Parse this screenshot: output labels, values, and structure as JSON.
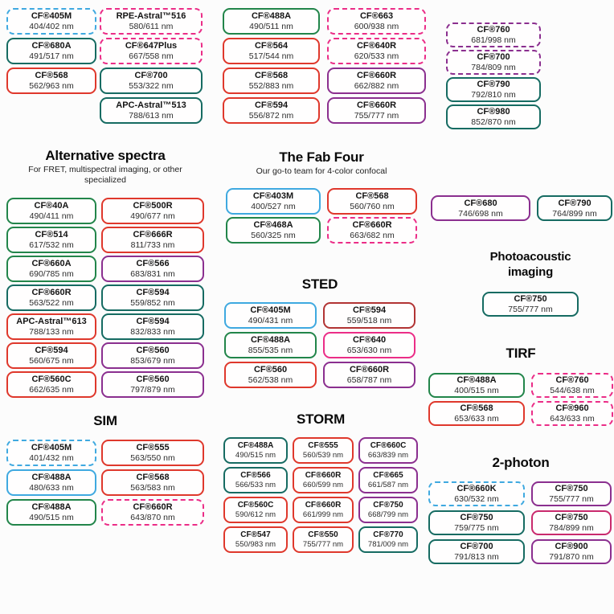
{
  "palette": {
    "blue": "#3FA9E0",
    "green": "#22854A",
    "teal": "#166B62",
    "red": "#DF382C",
    "darkred": "#B23434",
    "pink": "#EB2D87",
    "crimson": "#C92A6D",
    "purple": "#8B2F8F"
  },
  "sections": {
    "top_left_a": {
      "pills": [
        {
          "n": "CF®405M",
          "v": "404/402 nm",
          "c": "blue",
          "d": true
        },
        {
          "n": "CF®680A",
          "v": "491/517 nm",
          "c": "teal"
        },
        {
          "n": "CF®568",
          "v": "562/963 nm",
          "c": "red"
        }
      ]
    },
    "top_left_b": {
      "pills": [
        {
          "n": "RPE-Astral™516",
          "v": "580/611 nm",
          "c": "pink",
          "d": true
        },
        {
          "n": "CF®647Plus",
          "v": "667/558 nm",
          "c": "pink",
          "d": true
        },
        {
          "n": "CF®700",
          "v": "553/322 nm",
          "c": "teal"
        },
        {
          "n": "APC-Astral™513",
          "v": "788/613 nm",
          "c": "teal"
        }
      ]
    },
    "top_mid_a": {
      "pills": [
        {
          "n": "CF®488A",
          "v": "490/511 nm",
          "c": "green"
        },
        {
          "n": "CF®564",
          "v": "517/544 nm",
          "c": "red"
        },
        {
          "n": "CF®568",
          "v": "552/883 nm",
          "c": "red"
        },
        {
          "n": "CF®594",
          "v": "556/872 nm",
          "c": "red"
        }
      ]
    },
    "top_mid_b": {
      "pills": [
        {
          "n": "CF®663",
          "v": "600/938 nm",
          "c": "pink",
          "d": true
        },
        {
          "n": "CF®640R",
          "v": "620/533 nm",
          "c": "pink",
          "d": true
        },
        {
          "n": "CF®660R",
          "v": "662/882 nm",
          "c": "purple"
        },
        {
          "n": "CF®660R",
          "v": "755/777 nm",
          "c": "purple"
        }
      ]
    },
    "top_right": {
      "pills": [
        {
          "n": "CF®760",
          "v": "681/998 nm",
          "c": "purple",
          "d": true
        },
        {
          "n": "CF®700",
          "v": "784/809 nm",
          "c": "purple",
          "d": true
        },
        {
          "n": "CF®790",
          "v": "792/810 nm",
          "c": "teal"
        },
        {
          "n": "CF®980",
          "v": "852/870 nm",
          "c": "teal"
        }
      ]
    },
    "alt": {
      "title": "Alternative spectra",
      "subtitle": "For FRET, multispectral imaging, or other specialized",
      "pills": [
        {
          "n": "CF®40A",
          "v": "490/411 nm",
          "c": "green"
        },
        {
          "n": "CF®500R",
          "v": "490/677 nm",
          "c": "red"
        },
        {
          "n": "CF®514",
          "v": "617/532 nm",
          "c": "green"
        },
        {
          "n": "CF®666R",
          "v": "811/733 nm",
          "c": "red"
        },
        {
          "n": "CF®660A",
          "v": "690/785 nm",
          "c": "green"
        },
        {
          "n": "CF®566",
          "v": "683/831 nm",
          "c": "purple"
        },
        {
          "n": "CF®660R",
          "v": "563/522 nm",
          "c": "teal"
        },
        {
          "n": "CF®594",
          "v": "559/852 nm",
          "c": "teal"
        },
        {
          "n": "APC-Astral™613",
          "v": "788/133 nm",
          "c": "red"
        },
        {
          "n": "CF®594",
          "v": "832/833 nm",
          "c": "teal"
        },
        {
          "n": "CF®594",
          "v": "560/675 nm",
          "c": "red"
        },
        {
          "n": "CF®560",
          "v": "853/679 nm",
          "c": "purple"
        },
        {
          "n": "CF®560C",
          "v": "662/635 nm",
          "c": "red"
        },
        {
          "n": "CF®560",
          "v": "797/879 nm",
          "c": "purple"
        }
      ]
    },
    "fab": {
      "title": "The Fab Four",
      "subtitle": "Our go-to team for 4-color confocal",
      "pills": [
        {
          "n": "CF®403M",
          "v": "400/527 nm",
          "c": "blue"
        },
        {
          "n": "CF®568",
          "v": "560/760 nm",
          "c": "red"
        },
        {
          "n": "CF®468A",
          "v": "560/325 nm",
          "c": "green"
        },
        {
          "n": "CF®660R",
          "v": "663/682 nm",
          "c": "pink",
          "d": true
        }
      ]
    },
    "pair": {
      "pills": [
        {
          "n": "CF®680",
          "v": "746/698 nm",
          "c": "purple"
        },
        {
          "n": "CF®790",
          "v": "764/899 nm",
          "c": "teal"
        }
      ]
    },
    "photo": {
      "title": "Photoacoustic imaging",
      "pills": [
        {
          "n": "CF®750",
          "v": "755/777 nm",
          "c": "teal"
        }
      ]
    },
    "sted": {
      "title": "STED",
      "pills": [
        {
          "n": "CF®405M",
          "v": "490/431 nm",
          "c": "blue"
        },
        {
          "n": "CF®594",
          "v": "559/518 nm",
          "c": "darkred"
        },
        {
          "n": "CF®488A",
          "v": "855/535 nm",
          "c": "green"
        },
        {
          "n": "CF®640",
          "v": "653/630 nm",
          "c": "pink"
        },
        {
          "n": "CF®560",
          "v": "562/538 nm",
          "c": "red"
        },
        {
          "n": "CF®660R",
          "v": "658/787 nm",
          "c": "purple"
        }
      ]
    },
    "tirf": {
      "title": "TIRF",
      "pills": [
        {
          "n": "CF®488A",
          "v": "400/515 nm",
          "c": "green"
        },
        {
          "n": "CF®760",
          "v": "544/638 nm",
          "c": "pink",
          "d": true
        },
        {
          "n": "CF®568",
          "v": "653/633 nm",
          "c": "red"
        },
        {
          "n": "CF®960",
          "v": "643/633 nm",
          "c": "pink",
          "d": true
        }
      ]
    },
    "sim": {
      "title": "SIM",
      "pills": [
        {
          "n": "CF®405M",
          "v": "401/432 nm",
          "c": "blue",
          "d": true
        },
        {
          "n": "CF®555",
          "v": "563/550 nm",
          "c": "red"
        },
        {
          "n": "CF®488A",
          "v": "480/633 nm",
          "c": "blue"
        },
        {
          "n": "CF®568",
          "v": "563/583 nm",
          "c": "red"
        },
        {
          "n": "CF®488A",
          "v": "490/515 nm",
          "c": "green"
        },
        {
          "n": "CF®660R",
          "v": "643/870 nm",
          "c": "pink",
          "d": true
        }
      ]
    },
    "storm": {
      "title": "STORM",
      "pills": [
        {
          "n": "CF®488A",
          "v": "490/515 nm",
          "c": "teal"
        },
        {
          "n": "CF®555",
          "v": "560/539 nm",
          "c": "red"
        },
        {
          "n": "CF®660C",
          "v": "663/839 nm",
          "c": "purple"
        },
        {
          "n": "CF®566",
          "v": "566/533 nm",
          "c": "teal"
        },
        {
          "n": "CF®660R",
          "v": "660/599 nm",
          "c": "red"
        },
        {
          "n": "CF®665",
          "v": "661/587 nm",
          "c": "purple"
        },
        {
          "n": "CF®560C",
          "v": "590/612 nm",
          "c": "red"
        },
        {
          "n": "CF®660R",
          "v": "661/999 nm",
          "c": "red"
        },
        {
          "n": "CF®750",
          "v": "668/799 nm",
          "c": "purple"
        },
        {
          "n": "CF®547",
          "v": "550/983 nm",
          "c": "red"
        },
        {
          "n": "CF®550",
          "v": "755/777 nm",
          "c": "red"
        },
        {
          "n": "CF®770",
          "v": "781/009 nm",
          "c": "teal"
        }
      ]
    },
    "twophoton": {
      "title": "2-photon",
      "pills": [
        {
          "n": "CF®660K",
          "v": "630/532 nm",
          "c": "blue",
          "d": true
        },
        {
          "n": "CF®750",
          "v": "755/777 nm",
          "c": "purple"
        },
        {
          "n": "CF®750",
          "v": "759/775 nm",
          "c": "teal"
        },
        {
          "n": "CF®750",
          "v": "784/899 nm",
          "c": "crimson"
        },
        {
          "n": "CF®700",
          "v": "791/813 nm",
          "c": "teal"
        },
        {
          "n": "CF®900",
          "v": "791/870 nm",
          "c": "purple"
        }
      ]
    }
  }
}
